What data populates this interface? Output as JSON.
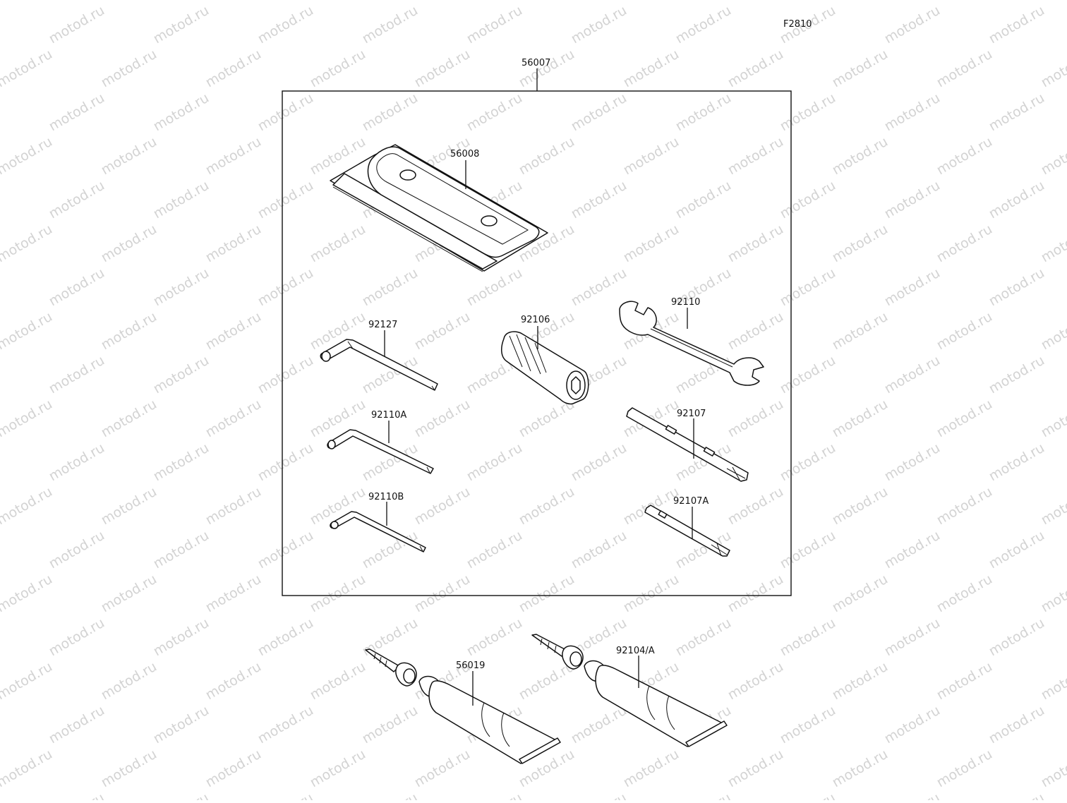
{
  "diagram_code": "F2810",
  "watermark": "motod.ru",
  "colors": {
    "line": "#111111",
    "watermark": "#d3d3d3",
    "background": "#ffffff"
  },
  "kit_label": "56007",
  "parts": {
    "case": "56008",
    "hex_wrench_large": "92127",
    "socket_handle": "92106",
    "open_wrench": "92110",
    "hex_wrench_medium": "92110A",
    "screwdriver": "92107",
    "hex_wrench_small": "92110B",
    "screwdriver_bit": "92107A",
    "tube_left": "56019",
    "tube_right": "92104/A"
  }
}
